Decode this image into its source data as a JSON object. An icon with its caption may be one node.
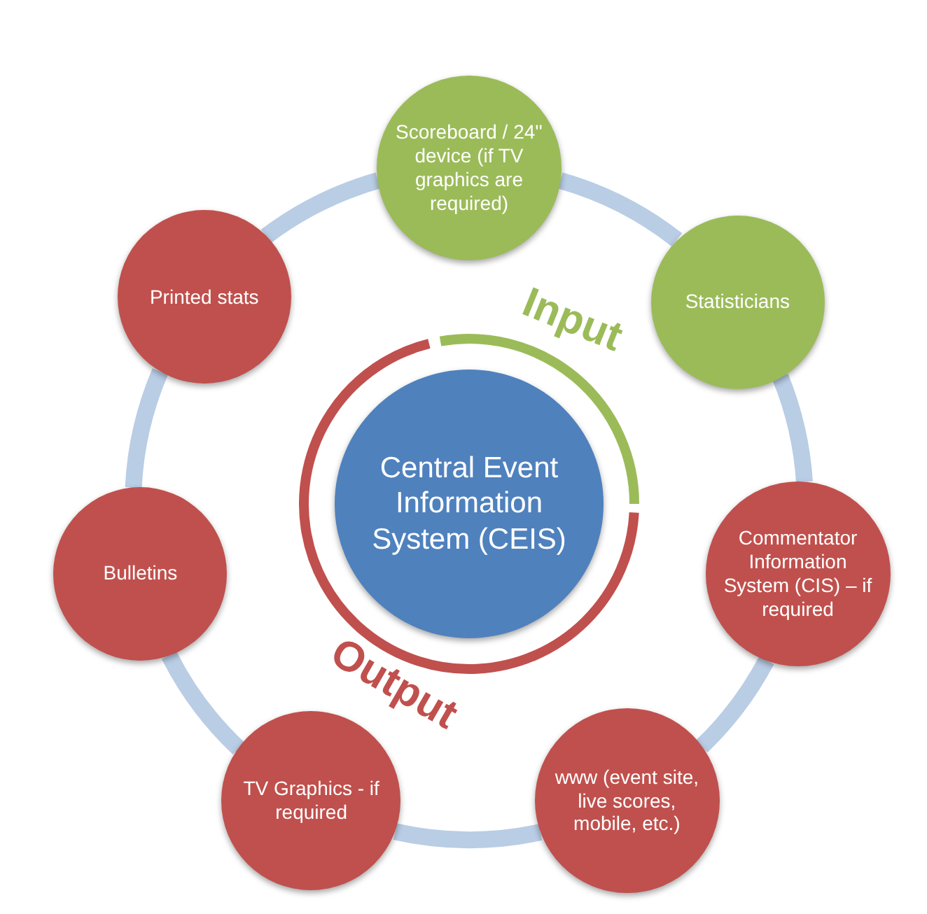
{
  "diagram": {
    "nodes": [
      {
        "text": [
          "Scoreboard / 24'' device (if TV graphics are required)"
        ]
      },
      {
        "text": [
          "Printed stats"
        ]
      },
      {
        "text": [
          "Statisticians"
        ]
      },
      {
        "text": [
          "Central Event Information System (CEIS)"
        ]
      },
      {
        "text": [
          "Bulletins"
        ]
      },
      {
        "text": [
          "Commentator Information System (CIS) – if required"
        ]
      },
      {
        "text": [
          "TV Graphics - if required"
        ]
      },
      {
        "text": [
          "www (event site, live scores, mobile, etc.)"
        ]
      }
    ],
    "edges": [
      {
        "from": 0,
        "to": 2,
        "arrow": "none"
      },
      {
        "from": 2,
        "to": 5,
        "arrow": "none"
      },
      {
        "from": 5,
        "to": 7,
        "arrow": "none"
      },
      {
        "from": 7,
        "to": 6,
        "arrow": "none"
      },
      {
        "from": 6,
        "to": 4,
        "arrow": "none"
      },
      {
        "from": 4,
        "to": 1,
        "arrow": "none"
      },
      {
        "from": 1,
        "to": 0,
        "arrow": "none"
      }
    ],
    "labels": [
      "Input",
      "Output"
    ]
  }
}
